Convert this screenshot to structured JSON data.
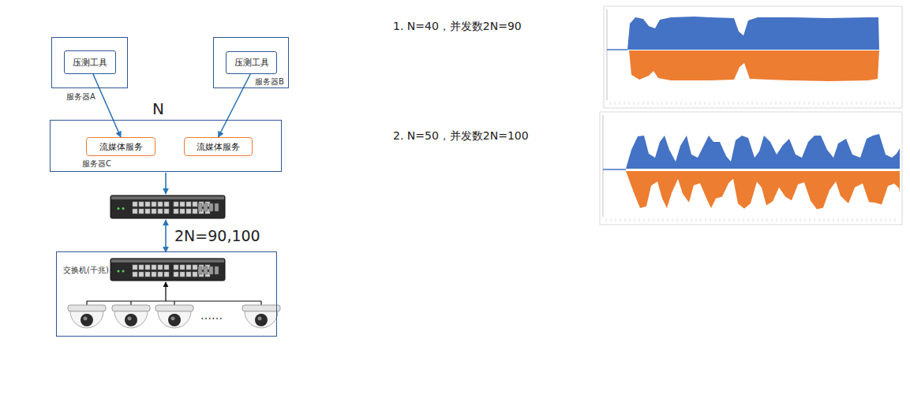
{
  "diagram": {
    "nodes": [
      {
        "text": [
          "服务器A"
        ]
      },
      {
        "text": [
          "压测工具"
        ],
        "in": 0
      },
      {
        "text": [
          "服务器B"
        ]
      },
      {
        "text": [
          "压测工具"
        ],
        "in": 2
      },
      {
        "text": [
          "服务器C"
        ]
      },
      {
        "text": [
          "流媒体服务"
        ],
        "in": 4
      },
      {
        "text": [
          "流媒体服务"
        ],
        "in": 4
      },
      {
        "text": [
          "交换机(千兆)"
        ]
      }
    ],
    "edges": [
      {
        "from": 1,
        "to": 5,
        "arrow": "to"
      },
      {
        "from": 3,
        "to": 6,
        "arrow": "to"
      }
    ],
    "labels": [
      "N",
      "2N=90,100",
      "……",
      "1. N=40，并发数2N=90",
      "2. N=50，并发数2N=100"
    ]
  }
}
